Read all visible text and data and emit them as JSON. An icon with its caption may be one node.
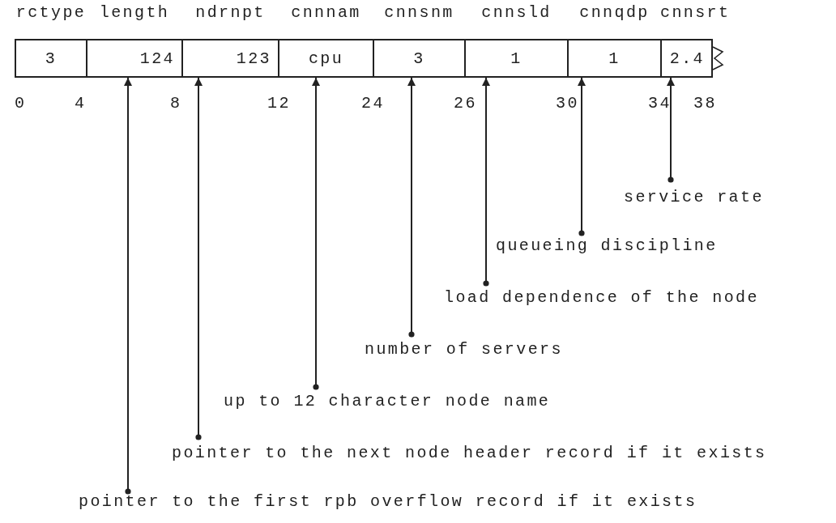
{
  "diagram": {
    "nodes": [
      {
        "text": [
          "rctype",
          "3"
        ]
      },
      {
        "text": [
          "length",
          "124"
        ]
      },
      {
        "text": [
          "ndrnpt",
          "123"
        ]
      },
      {
        "text": [
          "cnnnam",
          "cpu"
        ]
      },
      {
        "text": [
          "cnnsnm",
          "3"
        ]
      },
      {
        "text": [
          "cnnsld",
          "1"
        ]
      },
      {
        "text": [
          "cnnqdp",
          "1"
        ]
      },
      {
        "text": [
          "cnnsrt",
          "2.4"
        ]
      },
      {
        "text": [
          "service rate"
        ]
      },
      {
        "text": [
          "queueing discipline"
        ]
      },
      {
        "text": [
          "load dependence of the node"
        ]
      },
      {
        "text": [
          "number of servers"
        ]
      },
      {
        "text": [
          "up to 12 character node name"
        ]
      },
      {
        "text": [
          "pointer to the next node header record if it exists"
        ]
      },
      {
        "text": [
          "pointer to the first rpb overflow record if it exists"
        ]
      }
    ],
    "edges": [
      {
        "from": 8,
        "to": 7,
        "arrow": "to"
      },
      {
        "from": 9,
        "to": 6,
        "arrow": "to"
      },
      {
        "from": 10,
        "to": 5,
        "arrow": "to"
      },
      {
        "from": 11,
        "to": 4,
        "arrow": "to"
      },
      {
        "from": 12,
        "to": 3,
        "arrow": "to"
      },
      {
        "from": 13,
        "to": 2,
        "arrow": "to"
      },
      {
        "from": 14,
        "to": 1,
        "arrow": "to"
      }
    ],
    "labels": [
      "0",
      "4",
      "8",
      "12",
      "24",
      "26",
      "30",
      "34",
      "38"
    ]
  }
}
